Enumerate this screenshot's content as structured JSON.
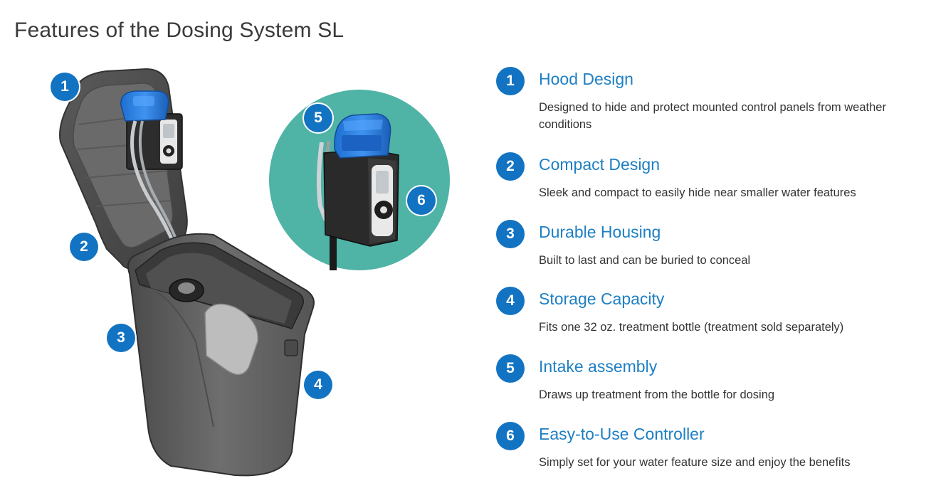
{
  "page": {
    "title": "Features of the Dosing System SL",
    "accent_color": "#1273c2",
    "title_color": "#1e7fc3",
    "circle_color": "#4fb3a6"
  },
  "illustration": {
    "markers": [
      "1",
      "2",
      "3",
      "4",
      "5",
      "6"
    ]
  },
  "features": [
    {
      "number": "1",
      "title": "Hood Design",
      "description": "Designed to hide and protect mounted control panels from weather conditions"
    },
    {
      "number": "2",
      "title": "Compact Design",
      "description": "Sleek and compact to easily hide near smaller water features"
    },
    {
      "number": "3",
      "title": "Durable Housing",
      "description": "Built to last and can be buried to conceal"
    },
    {
      "number": "4",
      "title": "Storage Capacity",
      "description": "Fits one 32 oz. treatment bottle (treatment sold separately)"
    },
    {
      "number": "5",
      "title": "Intake assembly",
      "description": "Draws up treatment from the bottle for dosing"
    },
    {
      "number": "6",
      "title": "Easy-to-Use Controller",
      "description": "Simply set for your water feature size and enjoy the benefits"
    }
  ]
}
